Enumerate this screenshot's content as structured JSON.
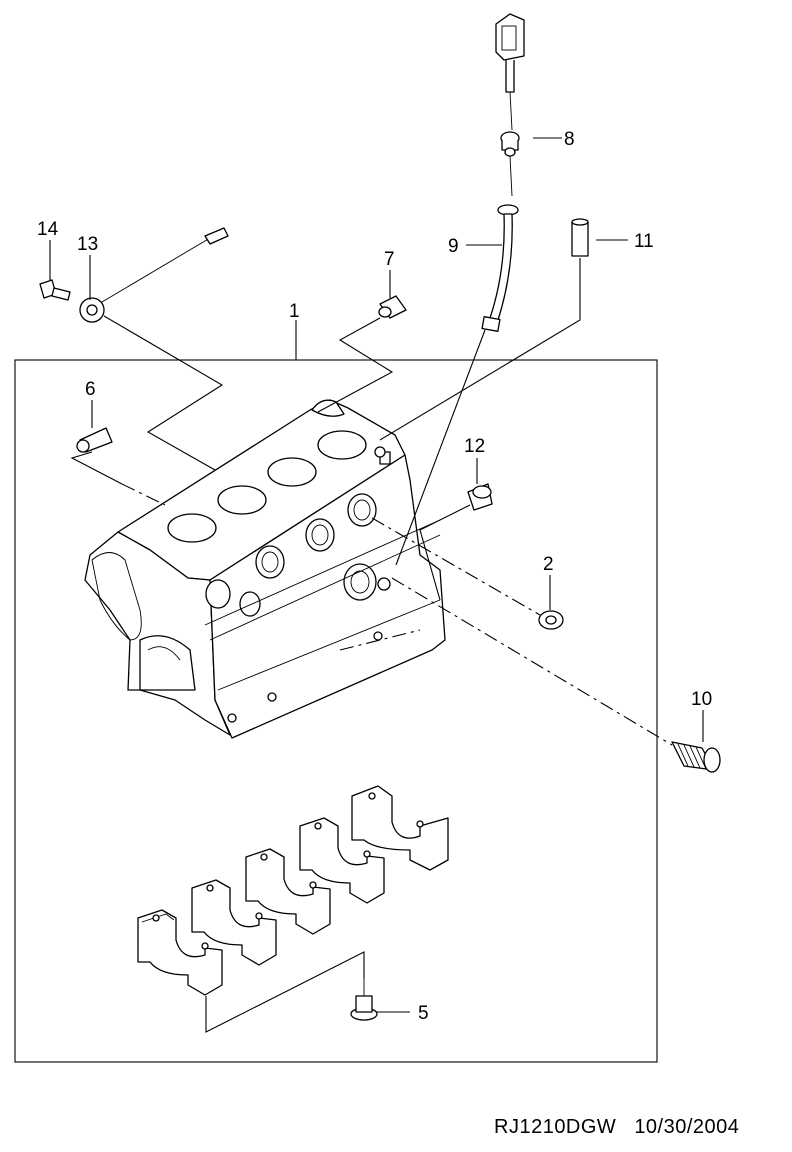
{
  "callouts": {
    "c1": "1",
    "c2": "2",
    "c5": "5",
    "c6": "6",
    "c7": "7",
    "c8": "8",
    "c9": "9",
    "c10": "10",
    "c11": "11",
    "c12": "12",
    "c13": "13",
    "c14": "14"
  },
  "footer": {
    "drawing_code": "RJ1210DGW",
    "date": "10/30/2004"
  }
}
